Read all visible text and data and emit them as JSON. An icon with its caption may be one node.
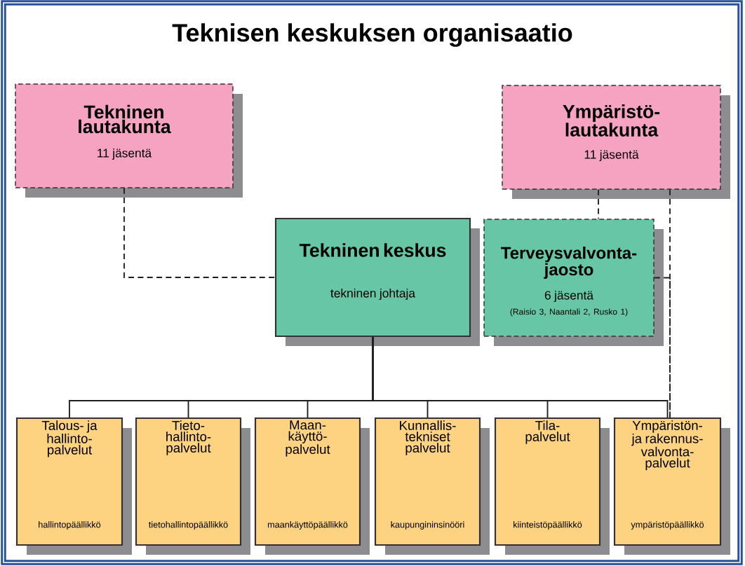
{
  "diagram": {
    "title": "Teknisen keskuksen organisaatio",
    "nodes": [
      {
        "text": [
          "Tekninen lautakunta",
          "11 jäsentä"
        ]
      },
      {
        "text": [
          "Ympäristö- lautakunta",
          "11 jäsentä"
        ]
      },
      {
        "text": [
          "Tekninen keskus",
          "tekninen johtaja"
        ]
      },
      {
        "text": [
          "Terveysvalvonta- jaosto",
          "6 jäsentä",
          "(Raisio 3, Naantali 2, Rusko 1)"
        ]
      },
      {
        "text": [
          "Talous- ja hallinto- palvelut",
          "hallintopäällikkö"
        ]
      },
      {
        "text": [
          "Tieto- hallinto- palvelut",
          "tietohallintopäällikkö"
        ]
      },
      {
        "text": [
          "Maan- käyttö- palvelut",
          "maankäyttöpäällikkö"
        ]
      },
      {
        "text": [
          "Kunnallis- tekniset palvelut",
          "kaupungininsinööri"
        ]
      },
      {
        "text": [
          "Tila- palvelut",
          "kiinteistöpäällikkö"
        ]
      },
      {
        "text": [
          "Ympäristön- ja rakennus- valvonta- palvelut",
          "ympäristöpäällikkö"
        ]
      }
    ],
    "edges": [
      {
        "from": 0,
        "to": 2,
        "arrow": "none",
        "style": "dashed"
      },
      {
        "from": 1,
        "to": 3,
        "arrow": "none",
        "style": "dashed"
      },
      {
        "from": 1,
        "to": 9,
        "arrow": "none",
        "style": "dashed"
      },
      {
        "from": 3,
        "to": 9,
        "arrow": "none",
        "style": "dashed"
      },
      {
        "from": 2,
        "to": 4,
        "arrow": "none"
      },
      {
        "from": 2,
        "to": 5,
        "arrow": "none"
      },
      {
        "from": 2,
        "to": 6,
        "arrow": "none"
      },
      {
        "from": 2,
        "to": 7,
        "arrow": "none"
      },
      {
        "from": 2,
        "to": 8,
        "arrow": "none"
      },
      {
        "from": 2,
        "to": 9,
        "arrow": "none"
      }
    ]
  }
}
